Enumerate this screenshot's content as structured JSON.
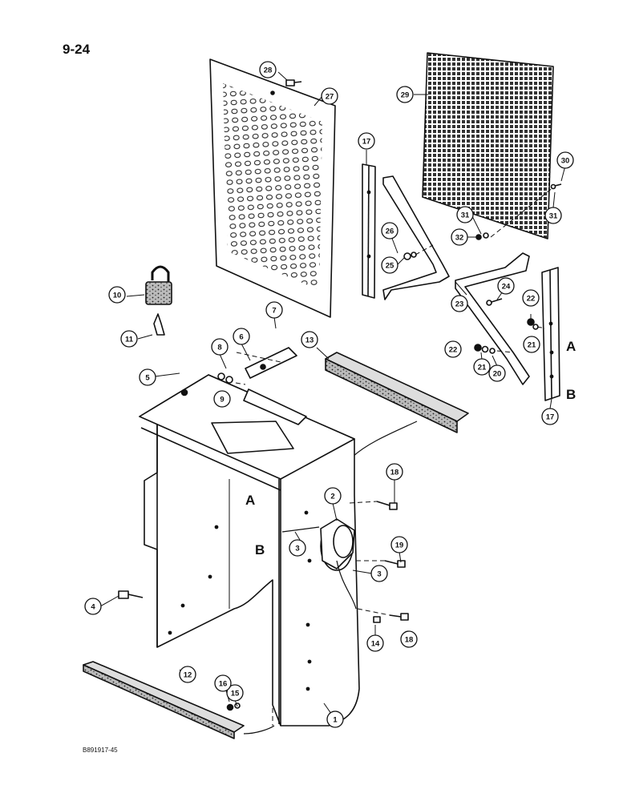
{
  "page": {
    "number": "9-24",
    "drawing_code": "B891917-45"
  },
  "callouts": [
    "1",
    "2",
    "3",
    "3",
    "4",
    "5",
    "6",
    "7",
    "8",
    "9",
    "10",
    "11",
    "12",
    "13",
    "14",
    "15",
    "16",
    "17",
    "17",
    "18",
    "18",
    "19",
    "20",
    "21",
    "21",
    "22",
    "22",
    "23",
    "24",
    "25",
    "26",
    "27",
    "28",
    "29",
    "30",
    "31",
    "31",
    "32"
  ],
  "reference_letters": [
    "A",
    "B",
    "A",
    "B"
  ]
}
